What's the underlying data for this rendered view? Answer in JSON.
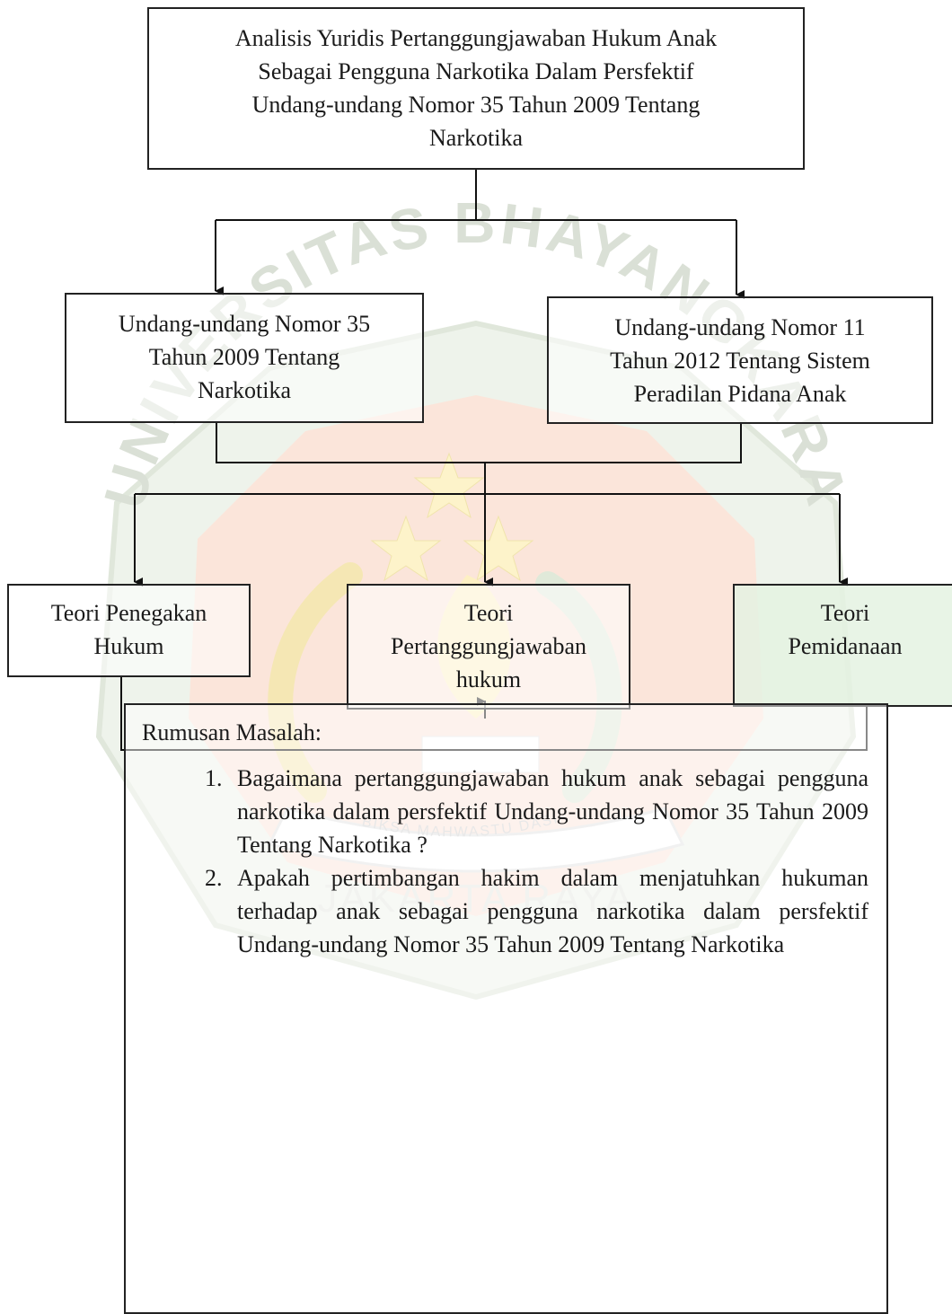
{
  "watermark": {
    "arc_text": "UNIVERSITAS BHAYANGKARA",
    "ribbon_text": "BIKSA MAHWASTU DASI",
    "bottom_text": "JAKARTA RAYA",
    "colors": {
      "shield": "#f6d7c8",
      "outer": "#e8efe2",
      "text": "#cfd6cc"
    }
  },
  "title_box": {
    "lines": [
      "Analisis Yuridis Pertanggungjawaban Hukum Anak",
      "Sebagai Pengguna Narkotika Dalam Persfektif",
      "Undang-undang Nomor 35 Tahun 2009 Tentang",
      "Narkotika"
    ]
  },
  "laws": [
    {
      "lines": [
        "Undang-undang Nomor 35",
        "Tahun 2009 Tentang",
        "Narkotika"
      ]
    },
    {
      "lines": [
        "Undang-undang Nomor 11",
        "Tahun 2012 Tentang Sistem",
        "Peradilan Pidana Anak"
      ]
    }
  ],
  "theories": [
    {
      "lines": [
        "Teori Penegakan",
        "Hukum"
      ]
    },
    {
      "lines": [
        "Teori",
        "Pertanggungjawaban",
        "hukum"
      ]
    },
    {
      "lines": [
        "Teori",
        "Pemidanaan"
      ]
    }
  ],
  "rumusan": {
    "title": "Rumusan Masalah:",
    "items": [
      "Bagaimana pertanggungjawaban hukum anak sebagai pengguna narkotika dalam persfektif Undang-undang Nomor 35 Tahun 2009 Tentang Narkotika ?",
      "Apakah pertimbangan hakim dalam menjatuhkan hukuman terhadap anak sebagai pengguna narkotika dalam persfektif Undang-undang Nomor 35 Tahun 2009 Tentang Narkotika"
    ]
  }
}
